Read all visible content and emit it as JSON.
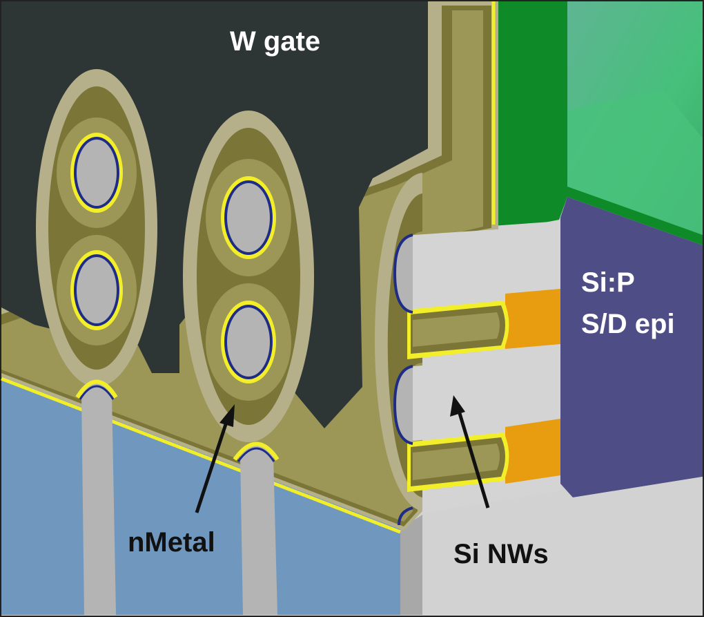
{
  "labels": {
    "gate": "W gate",
    "epi_line1": "Si:P",
    "epi_line2": "S/D epi",
    "metal": "nMetal",
    "nanowires": "Si NWs"
  },
  "colors": {
    "gate": "#2d3635",
    "liner_light": "#b5b08a",
    "liner_dark": "#7b7637",
    "liner_mid": "#9c9657",
    "work_metal_yellow": "#f2ee2a",
    "oxide_blue": "#1f2c86",
    "silicon": "#b4b4b4",
    "silicon_side": "#d2d2d2",
    "substrate": "#7098bf",
    "epi": "#4f4d85",
    "epi_top": "#40c07a",
    "spacer_green": "#0f8a28",
    "contact_orange": "#e89c10",
    "text_white": "#ffffff",
    "text_black": "#111111"
  }
}
